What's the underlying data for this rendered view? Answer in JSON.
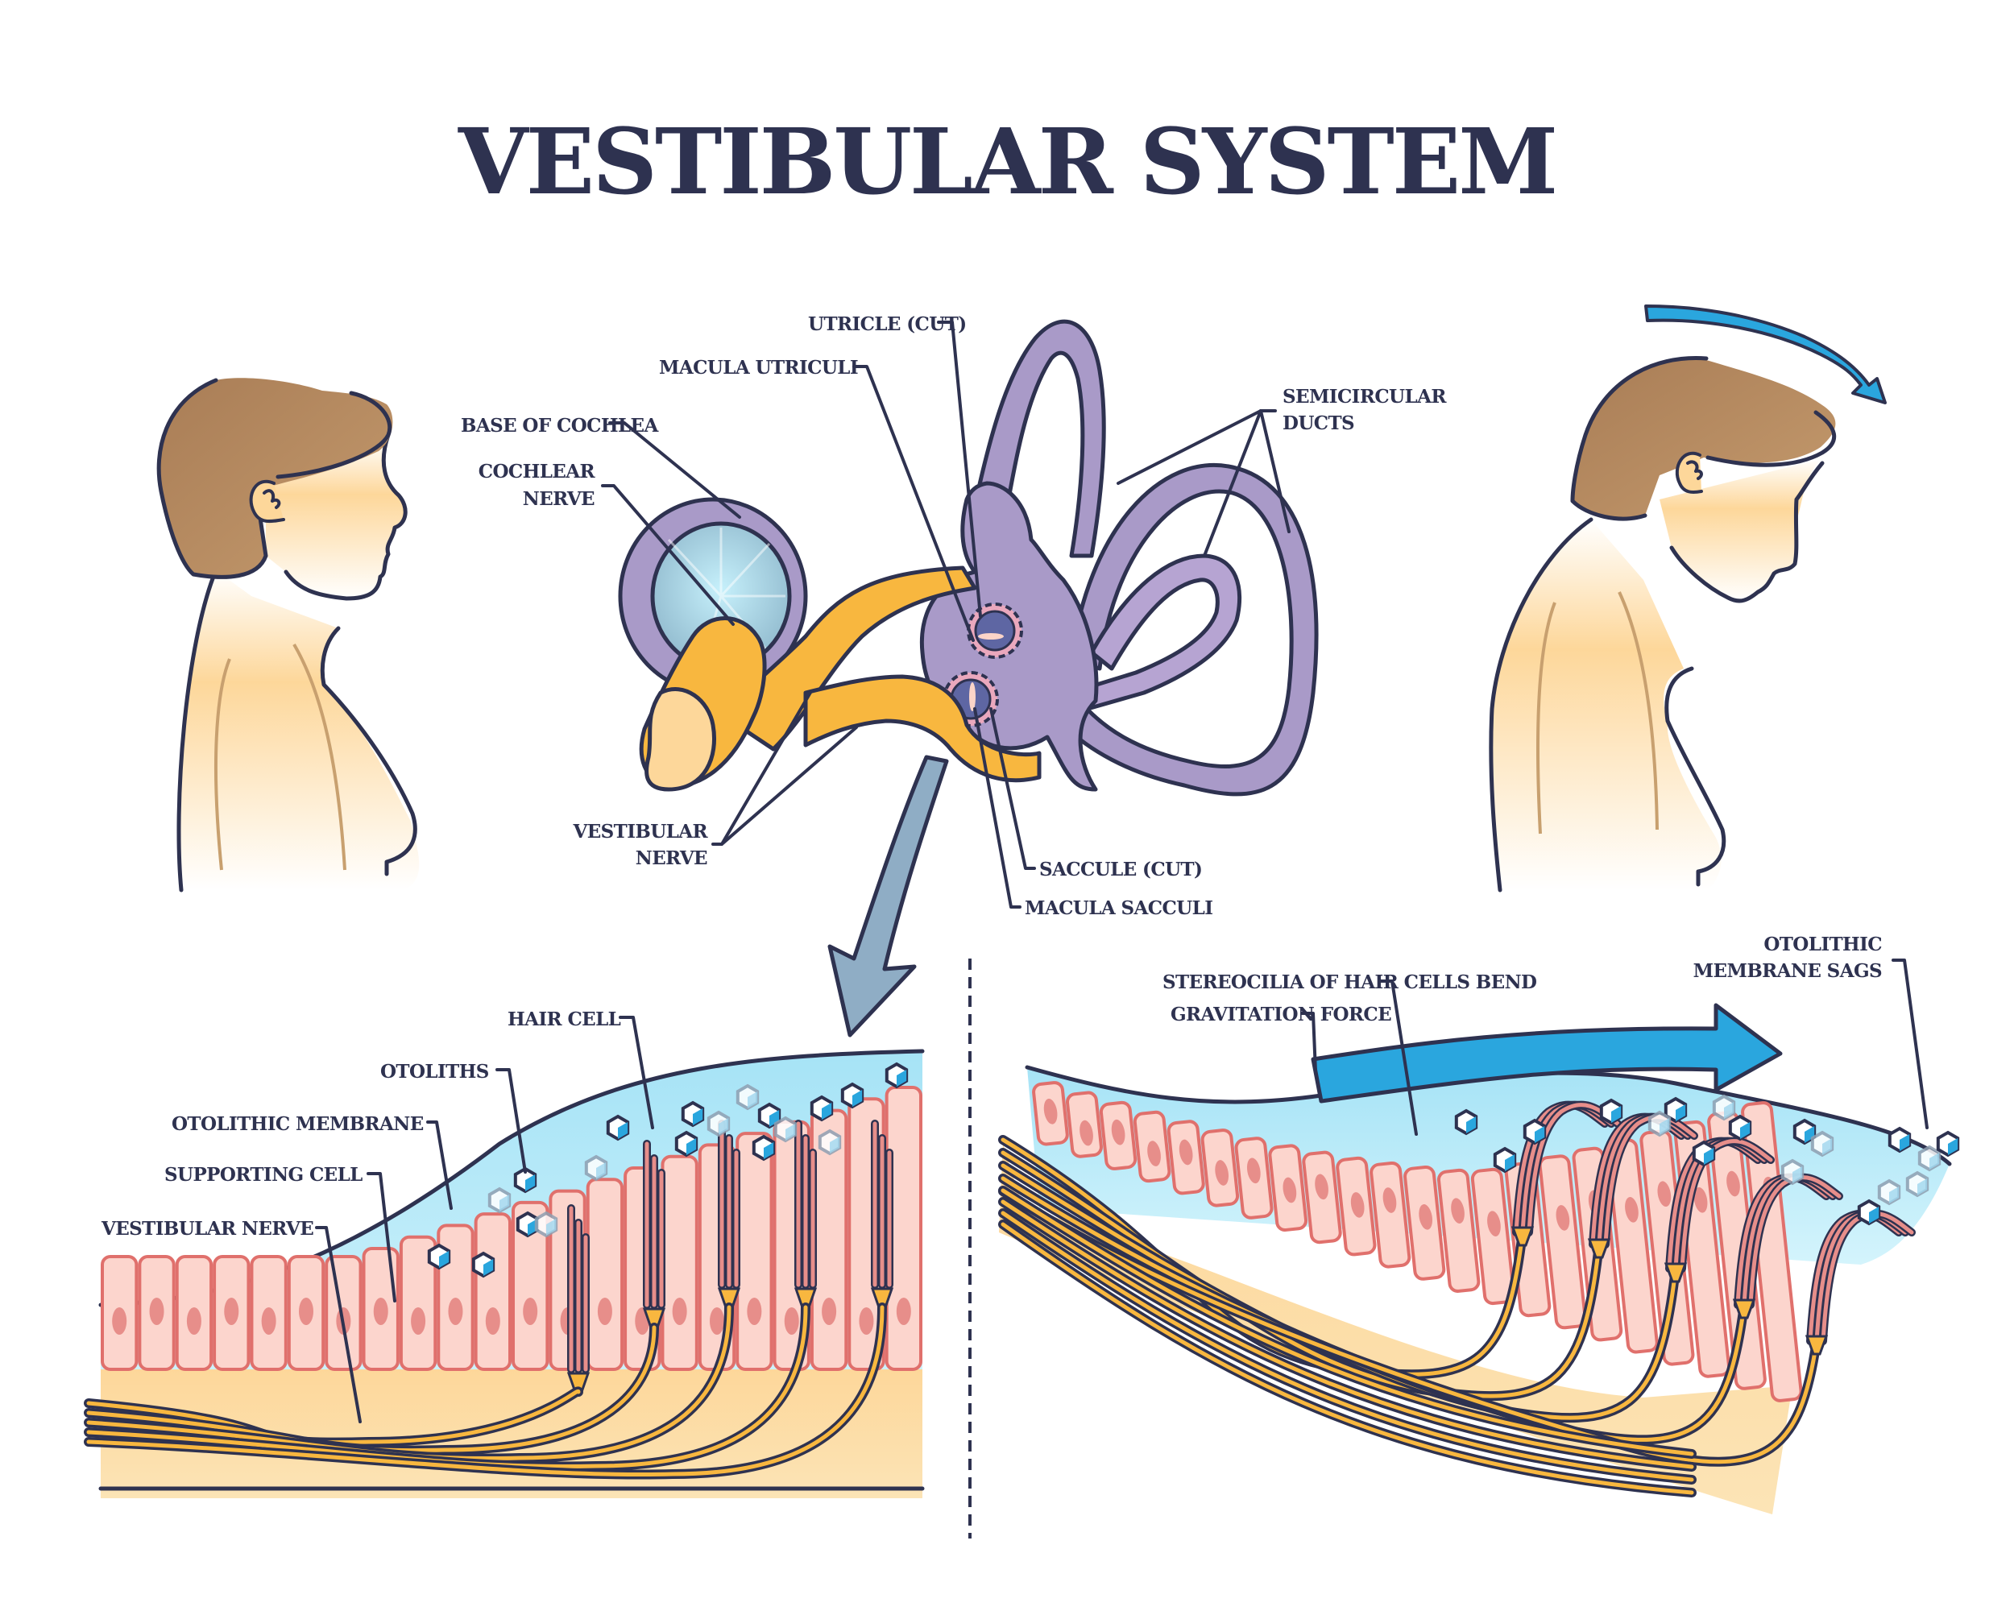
{
  "title": "VESTIBULAR SYSTEM",
  "colors": {
    "ink": "#2e3250",
    "hair": "#b98c63",
    "skin": "#fdd79a",
    "labyrinth": "#a99ac8",
    "labyrinth_dark": "#7d79b5",
    "nerve": "#f8b73f",
    "nerve_light": "#fdd79a",
    "membrane": "#c6f0fb",
    "cell": "#fcd5cd",
    "cell_border": "#e0706c",
    "nucleus": "#e78e8a",
    "arrow_blue": "#2aa6de",
    "zoom_arrow": "#8fadc5",
    "otolith": "#2aa6de"
  },
  "figures": {
    "upright_person": "person-head-upright",
    "tilted_person": "person-head-tilted-forward",
    "head_tilt_arrow": "curved-arrow-down-right"
  },
  "inner_ear_labels": {
    "utricle_cut": "UTRICLE (CUT)",
    "macula_utriculi": "MACULA UTRICULI",
    "base_of_cochlea": "BASE OF COCHLEA",
    "cochlear_nerve_1": "COCHLEAR",
    "cochlear_nerve_2": "NERVE",
    "semicircular_ducts_1": "SEMICIRCULAR",
    "semicircular_ducts_2": "DUCTS",
    "vestibular_nerve_1": "VESTIBULAR",
    "vestibular_nerve_2": "NERVE",
    "saccule_cut": "SACCULE (CUT)",
    "macula_sacculi": "MACULA SACCULI"
  },
  "macula_upright_labels": {
    "hair_cell": "HAIR CELL",
    "otoliths": "OTOLITHS",
    "otolithic_membrane": "OTOLITHIC MEMBRANE",
    "supporting_cell": "SUPPORTING CELL",
    "vestibular_nerve": "VESTIBULAR NERVE"
  },
  "macula_tilted_labels": {
    "stereocilia_bend": "STEREOCILIA OF HAIR CELLS BEND",
    "gravitation_force": "GRAVITATION FORCE",
    "membrane_sags_1": "OTOLITHIC",
    "membrane_sags_2": "MEMBRANE SAGS"
  },
  "counts": {
    "upright_hair_cells": 5,
    "tilted_hair_cells": 5,
    "upright_supporting_cells": 22,
    "tilted_supporting_cells": 22,
    "nerve_fibers": 9
  }
}
